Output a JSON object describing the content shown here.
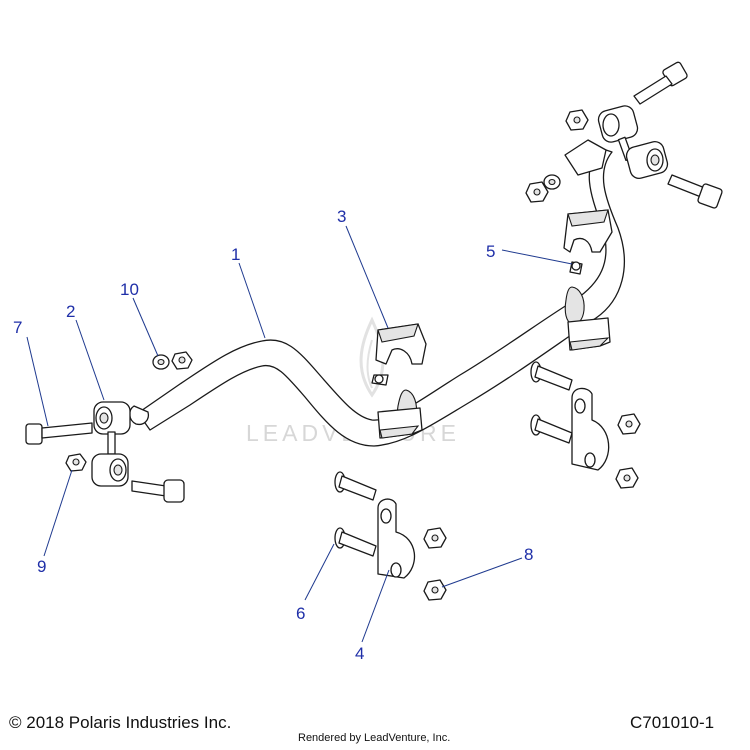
{
  "diagram": {
    "watermark": "LEADVENTURE",
    "callouts": [
      "1",
      "2",
      "3",
      "4",
      "5",
      "6",
      "7",
      "8",
      "9",
      "10"
    ]
  },
  "footer": {
    "copyright": "© 2018 Polaris Industries Inc.",
    "rendered_by": "Rendered by LeadVenture, Inc.",
    "diagram_code": "C701010-1"
  },
  "colors": {
    "callout": "#1f2fa8",
    "leader": "#1f3a8f",
    "linework": "#1a1a1a",
    "watermark": "#d7d7d7"
  }
}
